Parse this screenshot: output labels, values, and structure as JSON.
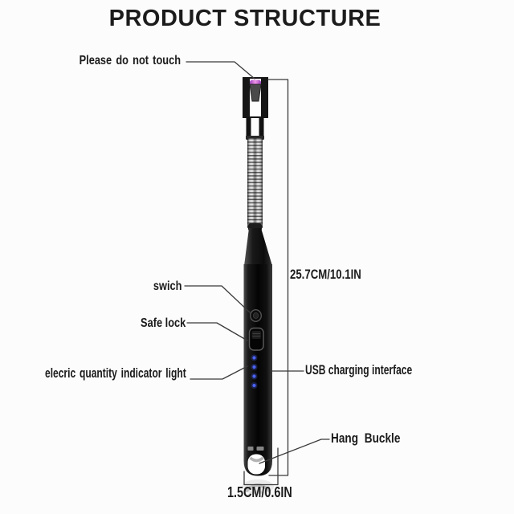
{
  "title": "PRODUCT STRUCTURE",
  "labels": {
    "do_not_touch": "Please do not touch",
    "switch": "swich",
    "safe_lock": "Safe lock",
    "battery_indicator": "elecric quantity indicator light",
    "usb": "USB charging interface",
    "hang_buckle": "Hang Buckle"
  },
  "dimensions": {
    "length": "25.7CM/10.1IN",
    "bottom_width": "1.5CM/0.6IN"
  },
  "colors": {
    "background": "#fcfcfc",
    "text": "#1c1c1c",
    "annotation_line": "#3a3a3a",
    "body_black": "#0a0a0a",
    "arc_glow_pink": "#f095e8",
    "arc_glow_purple": "#9a41bb",
    "led_blue": "#4b63f0"
  }
}
